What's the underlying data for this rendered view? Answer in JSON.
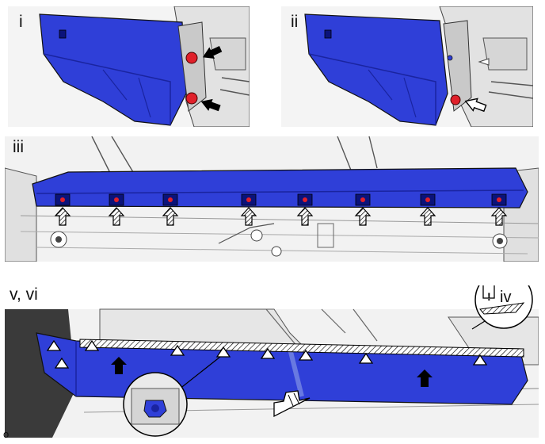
{
  "panels": {
    "i": {
      "label": "i"
    },
    "ii": {
      "label": "ii"
    },
    "iii": {
      "label": "iii"
    },
    "v_vi": {
      "label": "v, vi"
    }
  },
  "callout": {
    "label": "iv",
    "caution_symbol": "!"
  },
  "figure_code": "o",
  "colors": {
    "part_blue": "#2f3fd8",
    "part_dark": "#1a24a0",
    "pin_red": "#e0202a",
    "line": "#222222",
    "frame": "#dcdcdc"
  },
  "icons": [
    "arrow-up-icon",
    "hollow-arrow-icon",
    "clip-triangle-icon",
    "caution-icon",
    "detail-magnifier-icon",
    "pull-direction-arrow-icon"
  ]
}
